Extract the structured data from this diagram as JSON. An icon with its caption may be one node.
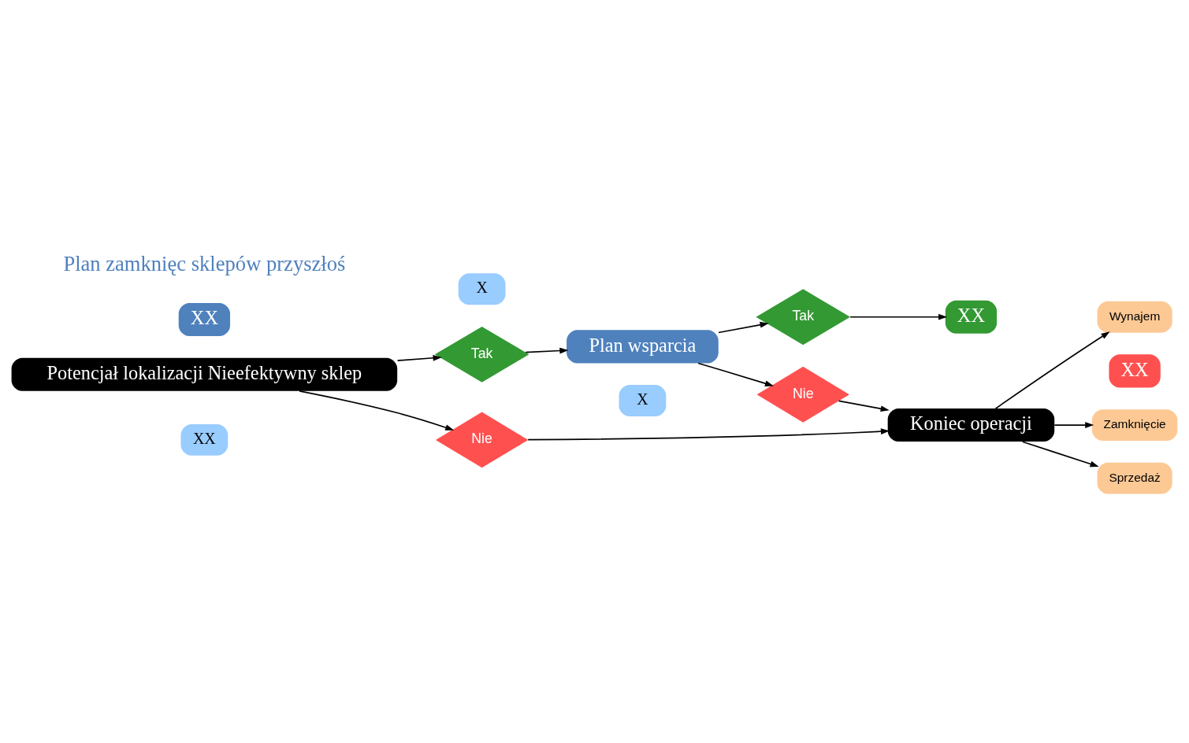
{
  "diagram": {
    "nodes": [
      {
        "text": [
          "XX"
        ]
      },
      {
        "text": [
          "Potencjał lokalizacji Nieefektywny sklep"
        ]
      },
      {
        "text": [
          "X"
        ]
      },
      {
        "text": [
          "Tak"
        ]
      },
      {
        "text": [
          "Plan wsparcia"
        ]
      },
      {
        "text": [
          "Tak"
        ]
      },
      {
        "text": [
          "XX"
        ]
      },
      {
        "text": [
          "X"
        ]
      },
      {
        "text": [
          "Nie"
        ]
      },
      {
        "text": [
          "Nie"
        ]
      },
      {
        "text": [
          "XX"
        ]
      },
      {
        "text": [
          "Koniec operacji"
        ]
      },
      {
        "text": [
          "Zamknięcie"
        ]
      },
      {
        "text": [
          "Sprzedaż"
        ]
      },
      {
        "text": [
          "Wynajem"
        ]
      },
      {
        "text": [
          "XX"
        ]
      }
    ],
    "edges": [
      {
        "from": 1,
        "to": 3,
        "arrow": "to"
      },
      {
        "from": 3,
        "to": 4,
        "arrow": "to"
      },
      {
        "from": 4,
        "to": 5,
        "arrow": "to"
      },
      {
        "from": 5,
        "to": 6,
        "arrow": "to"
      },
      {
        "from": 4,
        "to": 8,
        "arrow": "to"
      },
      {
        "from": 8,
        "to": 11,
        "arrow": "to"
      },
      {
        "from": 1,
        "to": 9,
        "arrow": "to"
      },
      {
        "from": 9,
        "to": 11,
        "arrow": "to"
      },
      {
        "from": 11,
        "to": 12,
        "arrow": "to"
      },
      {
        "from": 11,
        "to": 13,
        "arrow": "to"
      },
      {
        "from": 11,
        "to": 14,
        "arrow": "to"
      }
    ],
    "labels": [
      "Plan zamknięc sklepów przyszłoś"
    ]
  }
}
